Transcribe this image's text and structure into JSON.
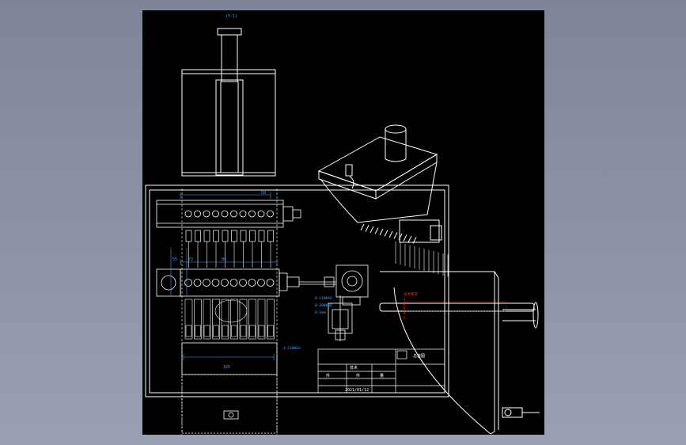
{
  "drawing": {
    "top_label": "(Y-1)",
    "bom_header": "技术",
    "title_block": {
      "title": "总装图",
      "row1": [
        "件",
        "件",
        "量"
      ],
      "row2": [
        "",
        "",
        ""
      ],
      "date": "2021/01/12",
      "company": ""
    },
    "dims_top": [
      "50",
      "85"
    ],
    "dims_bottom": "165",
    "dims_left": [
      "72",
      "55"
    ],
    "notes_mid": [
      "8-110043",
      "8-200008",
      "6-1mm"
    ],
    "notes_red": [
      "技术要求",
      "1.",
      "2.",
      "3.",
      "4.",
      "5."
    ],
    "bottom_note": "3-110063"
  },
  "colors": {
    "viewport_bg": "#000000",
    "line": "#ffffff",
    "dimension": "#3fa7ff",
    "annotation_red": "#ff2a2a",
    "outer_bg": "#8b91a6"
  }
}
